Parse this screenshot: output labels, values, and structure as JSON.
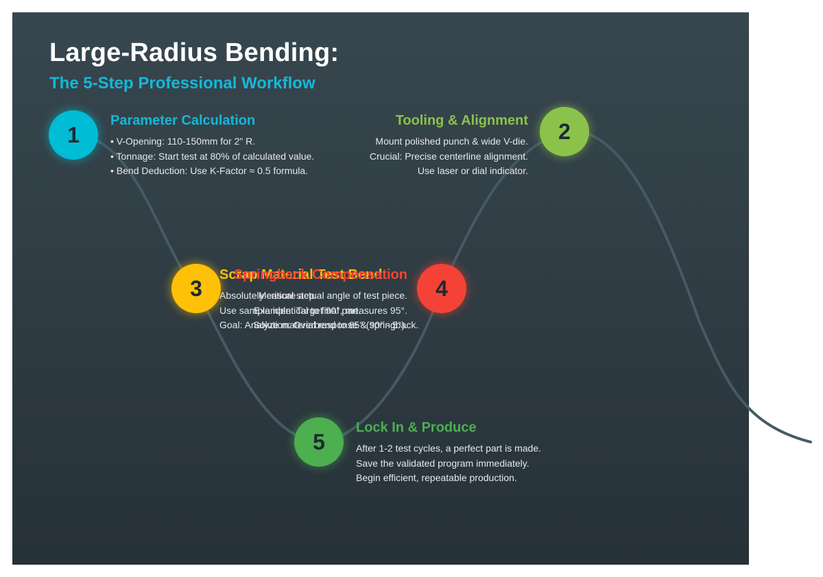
{
  "header": {
    "title": "Large-Radius Bending:",
    "subtitle": "The 5-Step Professional Workflow"
  },
  "steps": [
    {
      "number": "1",
      "title": "Parameter Calculation",
      "color": "#00bcd4",
      "lines": [
        "• V-Opening: 110-150mm for 2\" R.",
        "• Tonnage: Start test at 80% of calculated value.",
        "• Bend Deduction: Use K-Factor ≈ 0.5 formula."
      ]
    },
    {
      "number": "2",
      "title": "Tooling & Alignment",
      "color": "#8bc34a",
      "lines": [
        "Mount polished punch & wide V-die.",
        "Crucial: Precise centerline alignment.",
        "Use laser or dial indicator."
      ]
    },
    {
      "number": "3",
      "title": "Scrap Material Test Bend",
      "color": "#ffc107",
      "lines": [
        "Absolutely critical step.",
        "Use sample identical to final part.",
        "Goal: Analyze material response & springback."
      ]
    },
    {
      "number": "4",
      "title": "Springback Compensation",
      "color": "#f44336",
      "lines": [
        "Measure actual angle of test piece.",
        "Example: Target 90°, measures 95°.",
        "Solution: Overbend to 85° (90° - 5°)."
      ]
    },
    {
      "number": "5",
      "title": "Lock In & Produce",
      "color": "#4caf50",
      "lines": [
        "After 1-2 test cycles, a perfect part is made.",
        "Save the validated program immediately.",
        "Begin efficient, repeatable production."
      ]
    }
  ]
}
